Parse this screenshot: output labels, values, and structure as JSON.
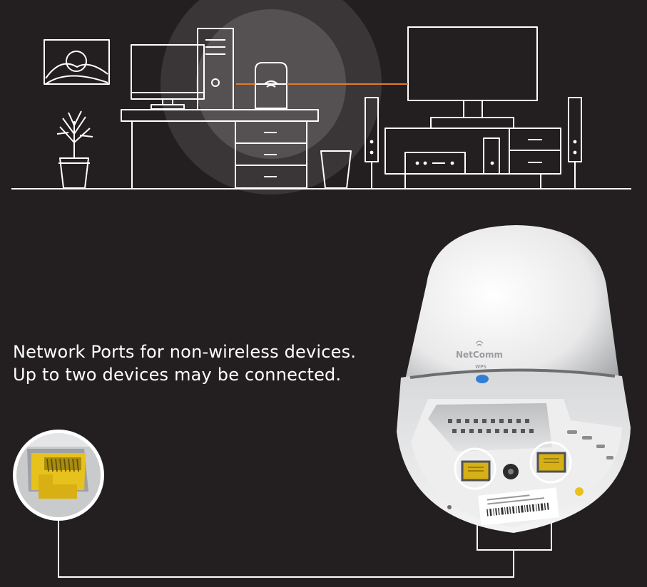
{
  "caption": {
    "line1": "Network Ports for non-wireless devices.",
    "line2": "Up to two devices may be connected."
  },
  "device": {
    "brand": "NetComm",
    "button_label": "WPS"
  },
  "colors": {
    "background": "#231f20",
    "line_art": "#ffffff",
    "connection_line": "#e07b2a",
    "port_yellow": "#e8c21c",
    "wps_button": "#2f7fd6"
  },
  "icons": [
    "wall-picture-icon",
    "plant-icon",
    "desktop-computer-icon",
    "router-icon",
    "tv-icon",
    "speaker-icon",
    "wastebasket-icon",
    "ethernet-port-icon"
  ]
}
